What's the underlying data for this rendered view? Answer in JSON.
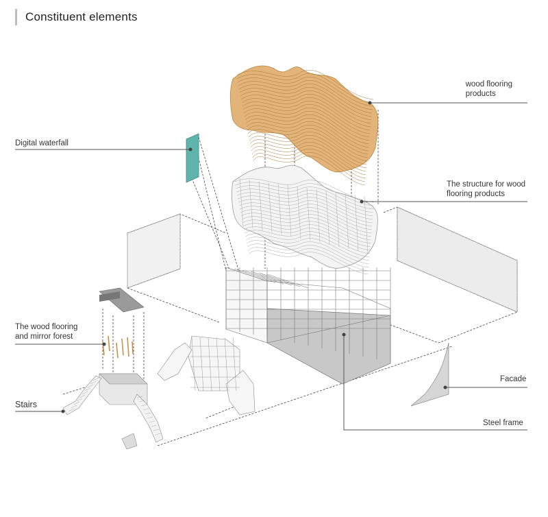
{
  "title": "Constituent elements",
  "labels": {
    "wood_flooring_products": [
      "wood flooring",
      "products"
    ],
    "digital_waterfall": "Digital waterfall",
    "structure_wood_flooring": [
      "The structure for wood",
      "flooring products"
    ],
    "wood_flooring_mirror_forest": [
      "The wood flooring",
      "and mirror forest"
    ],
    "stairs": "Stairs",
    "facade": "Facade",
    "steel_frame": "Steel frame"
  },
  "colors": {
    "wood": "#d9a35c",
    "wood_dark": "#b98540",
    "waterfall": "#5fb5ad",
    "leader": "#666666",
    "dashed": "#444444",
    "panel": "#e6e6e6",
    "dark_panel": "#9a9a9a"
  }
}
